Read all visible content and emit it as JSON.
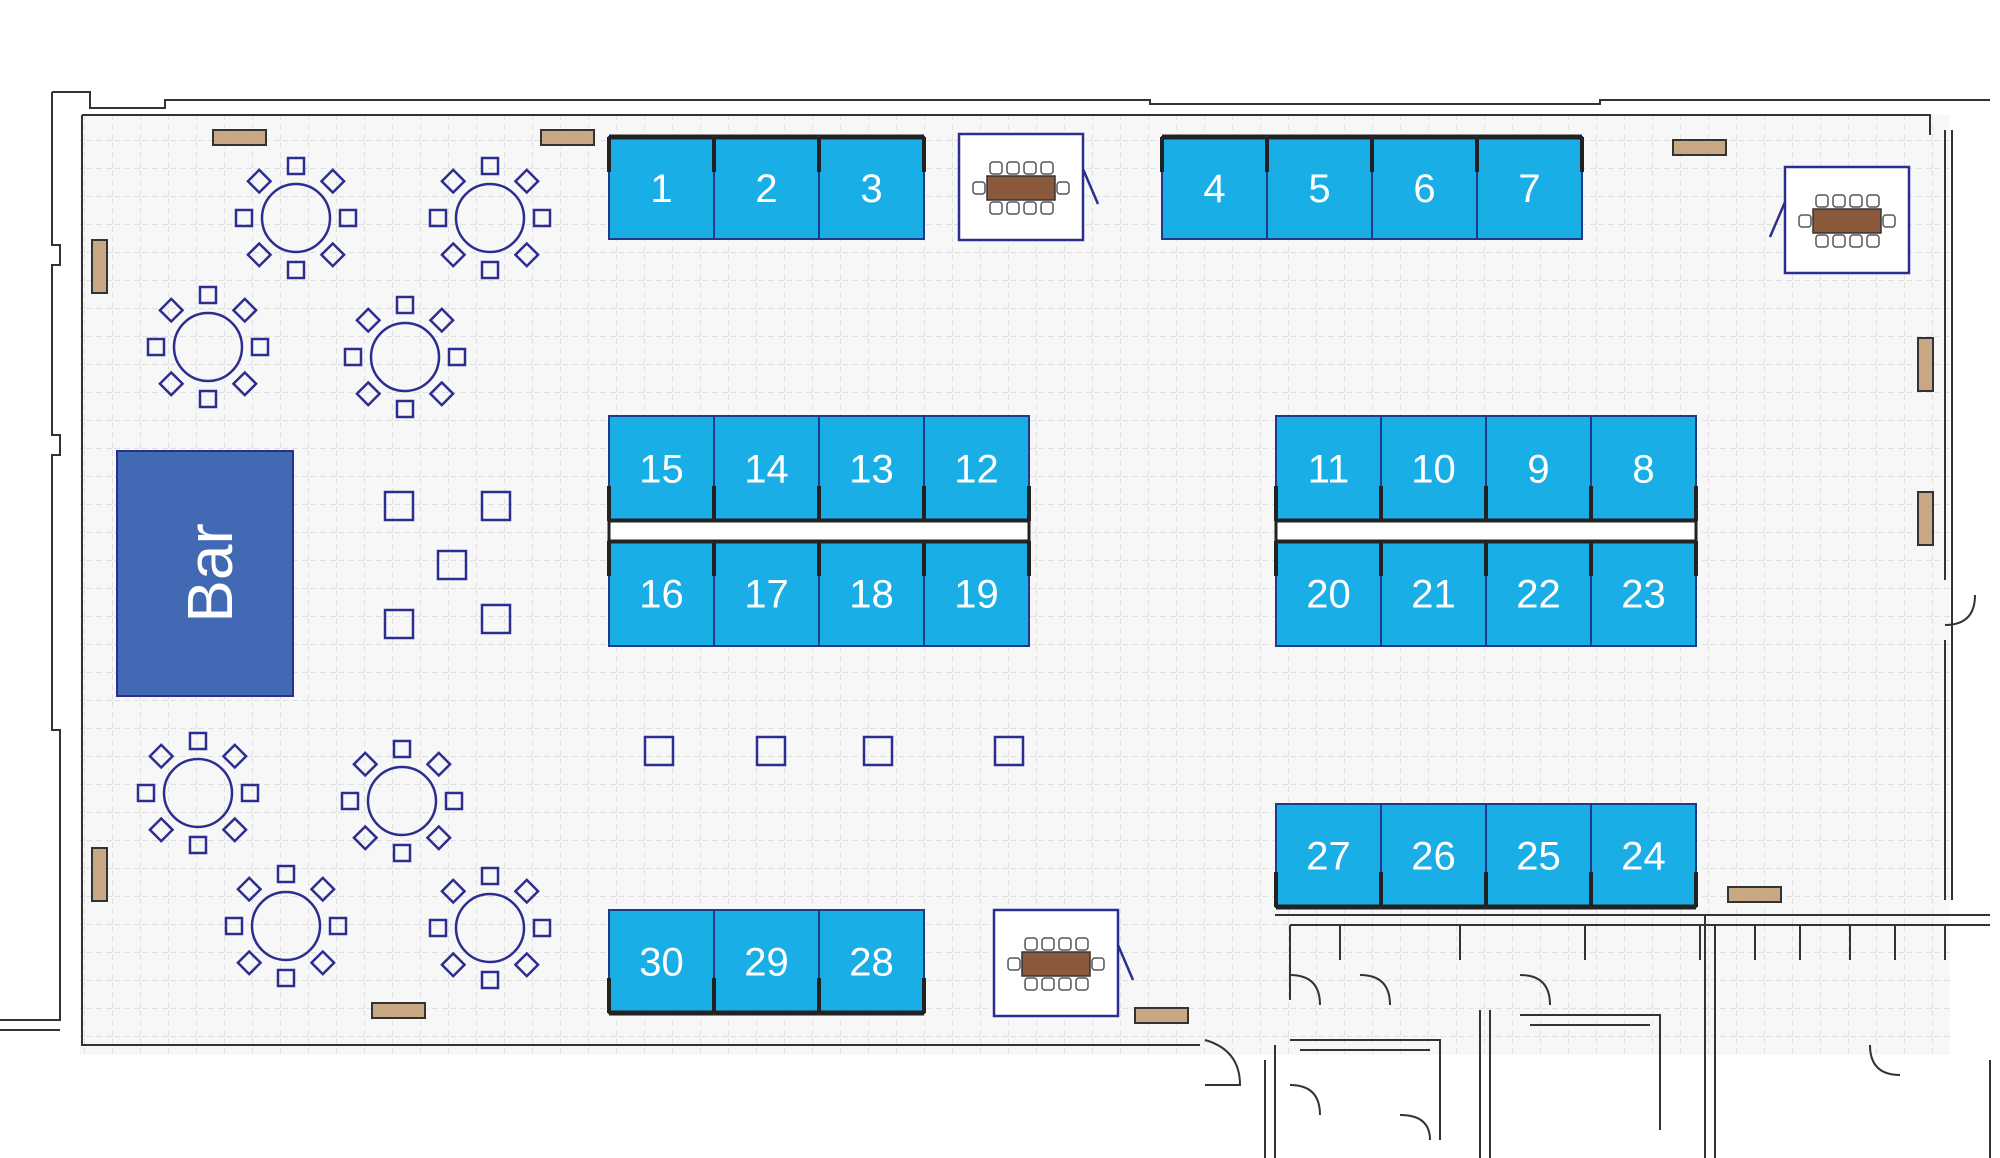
{
  "colors": {
    "booth_fill": "#19aee6",
    "booth_stroke": "#1f3a8a",
    "bar_fill": "#4169b4",
    "furniture_stroke": "#2b2e8f",
    "wall": "#333333",
    "grid": "#d2d2d2",
    "floor": "#f7f7f7",
    "wood_table": "#8b5a3c",
    "tan_pad": "#c8a882"
  },
  "bar": {
    "label": "Bar"
  },
  "booths": [
    {
      "id": "1",
      "label": "1"
    },
    {
      "id": "2",
      "label": "2"
    },
    {
      "id": "3",
      "label": "3"
    },
    {
      "id": "4",
      "label": "4"
    },
    {
      "id": "5",
      "label": "5"
    },
    {
      "id": "6",
      "label": "6"
    },
    {
      "id": "7",
      "label": "7"
    },
    {
      "id": "15",
      "label": "15"
    },
    {
      "id": "14",
      "label": "14"
    },
    {
      "id": "13",
      "label": "13"
    },
    {
      "id": "12",
      "label": "12"
    },
    {
      "id": "16",
      "label": "16"
    },
    {
      "id": "17",
      "label": "17"
    },
    {
      "id": "18",
      "label": "18"
    },
    {
      "id": "19",
      "label": "19"
    },
    {
      "id": "11",
      "label": "11"
    },
    {
      "id": "10",
      "label": "10"
    },
    {
      "id": "9",
      "label": "9"
    },
    {
      "id": "8",
      "label": "8"
    },
    {
      "id": "20",
      "label": "20"
    },
    {
      "id": "21",
      "label": "21"
    },
    {
      "id": "22",
      "label": "22"
    },
    {
      "id": "23",
      "label": "23"
    },
    {
      "id": "27",
      "label": "27"
    },
    {
      "id": "26",
      "label": "26"
    },
    {
      "id": "25",
      "label": "25"
    },
    {
      "id": "24",
      "label": "24"
    },
    {
      "id": "30",
      "label": "30"
    },
    {
      "id": "29",
      "label": "29"
    },
    {
      "id": "28",
      "label": "28"
    }
  ],
  "round_tables_count": 8,
  "cocktail_tables_count": 9,
  "meeting_tables_count": 3
}
